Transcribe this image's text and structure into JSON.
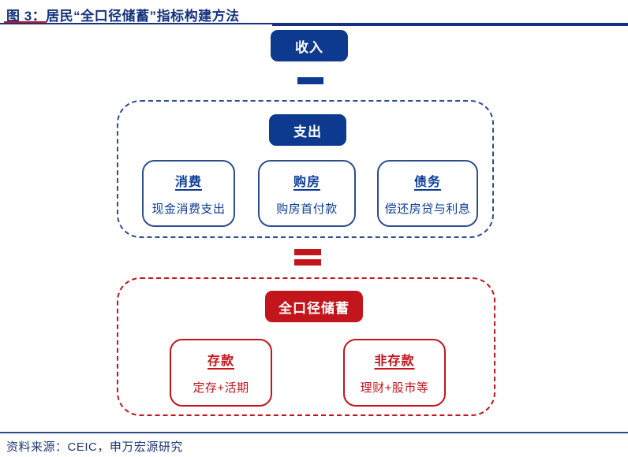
{
  "colors": {
    "navy": "#0d3a8e",
    "navy-border": "#2e4d8e",
    "navy-text": "#0c3c96",
    "title-navy": "#16317d",
    "red": "#c3151c",
    "footer-navy": "#1f3a75"
  },
  "title": {
    "text": "图 3：居民“全口径储蓄”指标构建方法"
  },
  "diagram": {
    "income": {
      "label": "收入"
    },
    "operator_minus": "−",
    "operator_equals": "=",
    "expenditure": {
      "label": "支出",
      "cards": [
        {
          "title": "消费",
          "desc": "现金消费支出"
        },
        {
          "title": "购房",
          "desc": "购房首付款"
        },
        {
          "title": "债务",
          "desc": "偿还房贷与利息"
        }
      ]
    },
    "savings": {
      "label": "全口径储蓄",
      "cards": [
        {
          "title": "存款",
          "desc": "定存+活期"
        },
        {
          "title": "非存款",
          "desc": "理财+股市等"
        }
      ]
    }
  },
  "footer": {
    "source": "资料来源：CEIC，申万宏源研究"
  }
}
